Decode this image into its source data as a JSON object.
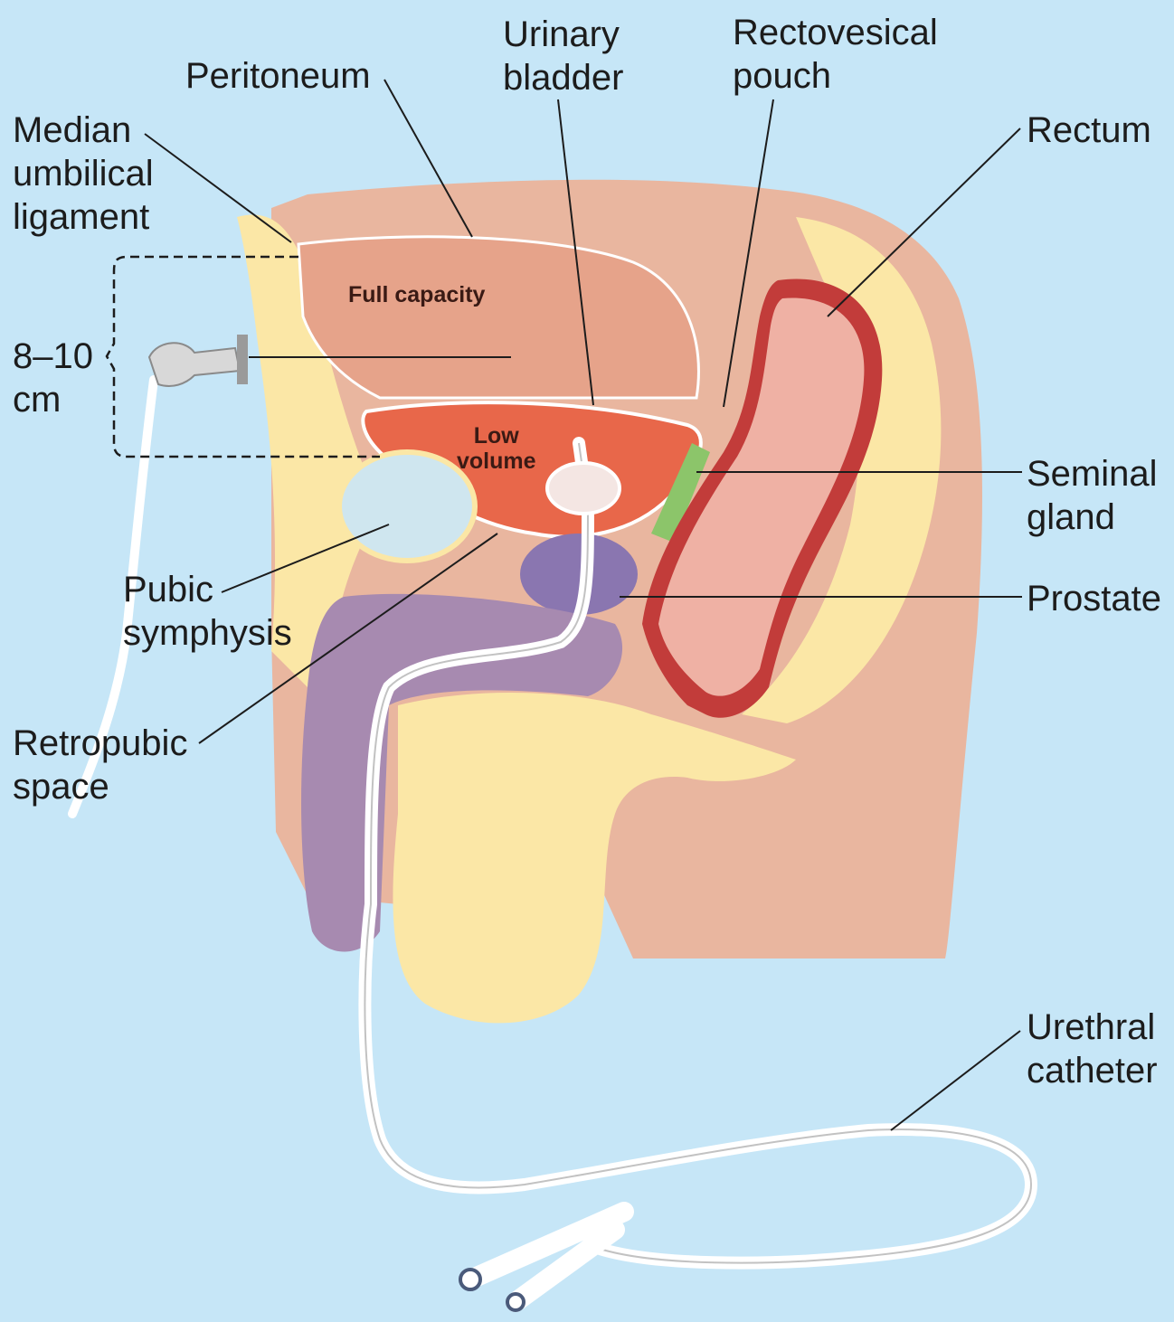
{
  "labels": {
    "peritoneum": "Peritoneum",
    "median_umbilical_ligament": "Median\numbilical\nligament",
    "urinary_bladder": "Urinary\nbladder",
    "rectovesical_pouch": "Rectovesical\npouch",
    "rectum": "Rectum",
    "measurement": "8–10\ncm",
    "seminal_gland": "Seminal\ngland",
    "prostate": "Prostate",
    "pubic_symphysis": "Pubic\nsymphysis",
    "retropubic_space": "Retropubic\nspace",
    "urethral_catheter": "Urethral\ncatheter",
    "full_capacity": "Full capacity",
    "low_volume": "Low\nvolume"
  },
  "colors": {
    "background": "#c6e6f7",
    "tissue": "#e9b69f",
    "fat": "#fbe7a6",
    "full_bladder": "#e6a38a",
    "low_bladder": "#e8674a",
    "rectum": "#c23c3a",
    "prostate": "#8a76b0",
    "penis": "#a78ab0",
    "seminal_gland": "#8cc56a",
    "catheter": "#ffffff"
  }
}
